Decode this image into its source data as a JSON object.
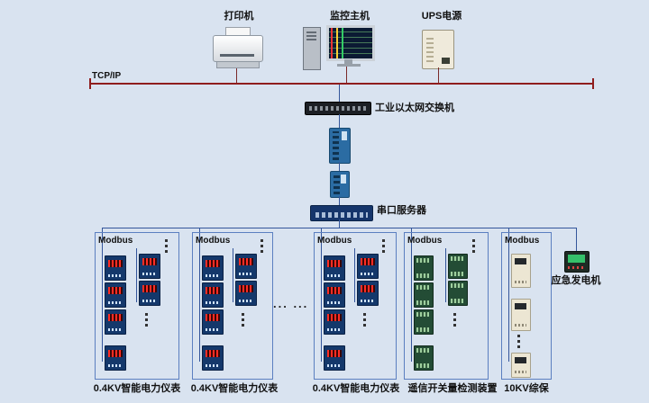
{
  "top_devices": {
    "printer": {
      "label": "打印机"
    },
    "monitor": {
      "label": "监控主机"
    },
    "ups": {
      "label": "UPS电源"
    }
  },
  "bus": {
    "label": "TCP/IP"
  },
  "backbone": {
    "switch_label": "工业以太网交换机",
    "serial_server_label": "串口服务器"
  },
  "groups": [
    {
      "bus_label": "Modbus",
      "label": "0.4KV智能电力仪表"
    },
    {
      "bus_label": "Modbus",
      "label": "0.4KV智能电力仪表"
    },
    {
      "bus_label": "Modbus",
      "label": "0.4KV智能电力仪表"
    },
    {
      "bus_label": "Modbus",
      "label": "遥信开关量检测装置"
    },
    {
      "bus_label": "Modbus",
      "label": "10KV综保"
    }
  ],
  "generator": {
    "label": "应急发电机"
  },
  "ellipsis_h": "... ...",
  "colors": {
    "background": "#d9e3f0",
    "tcpip_bus": "#8f1d1d",
    "network_line": "#34569b",
    "group_border": "#5b7fc0",
    "meter_body": "#14386b",
    "meter_display": "#ff2d24"
  }
}
